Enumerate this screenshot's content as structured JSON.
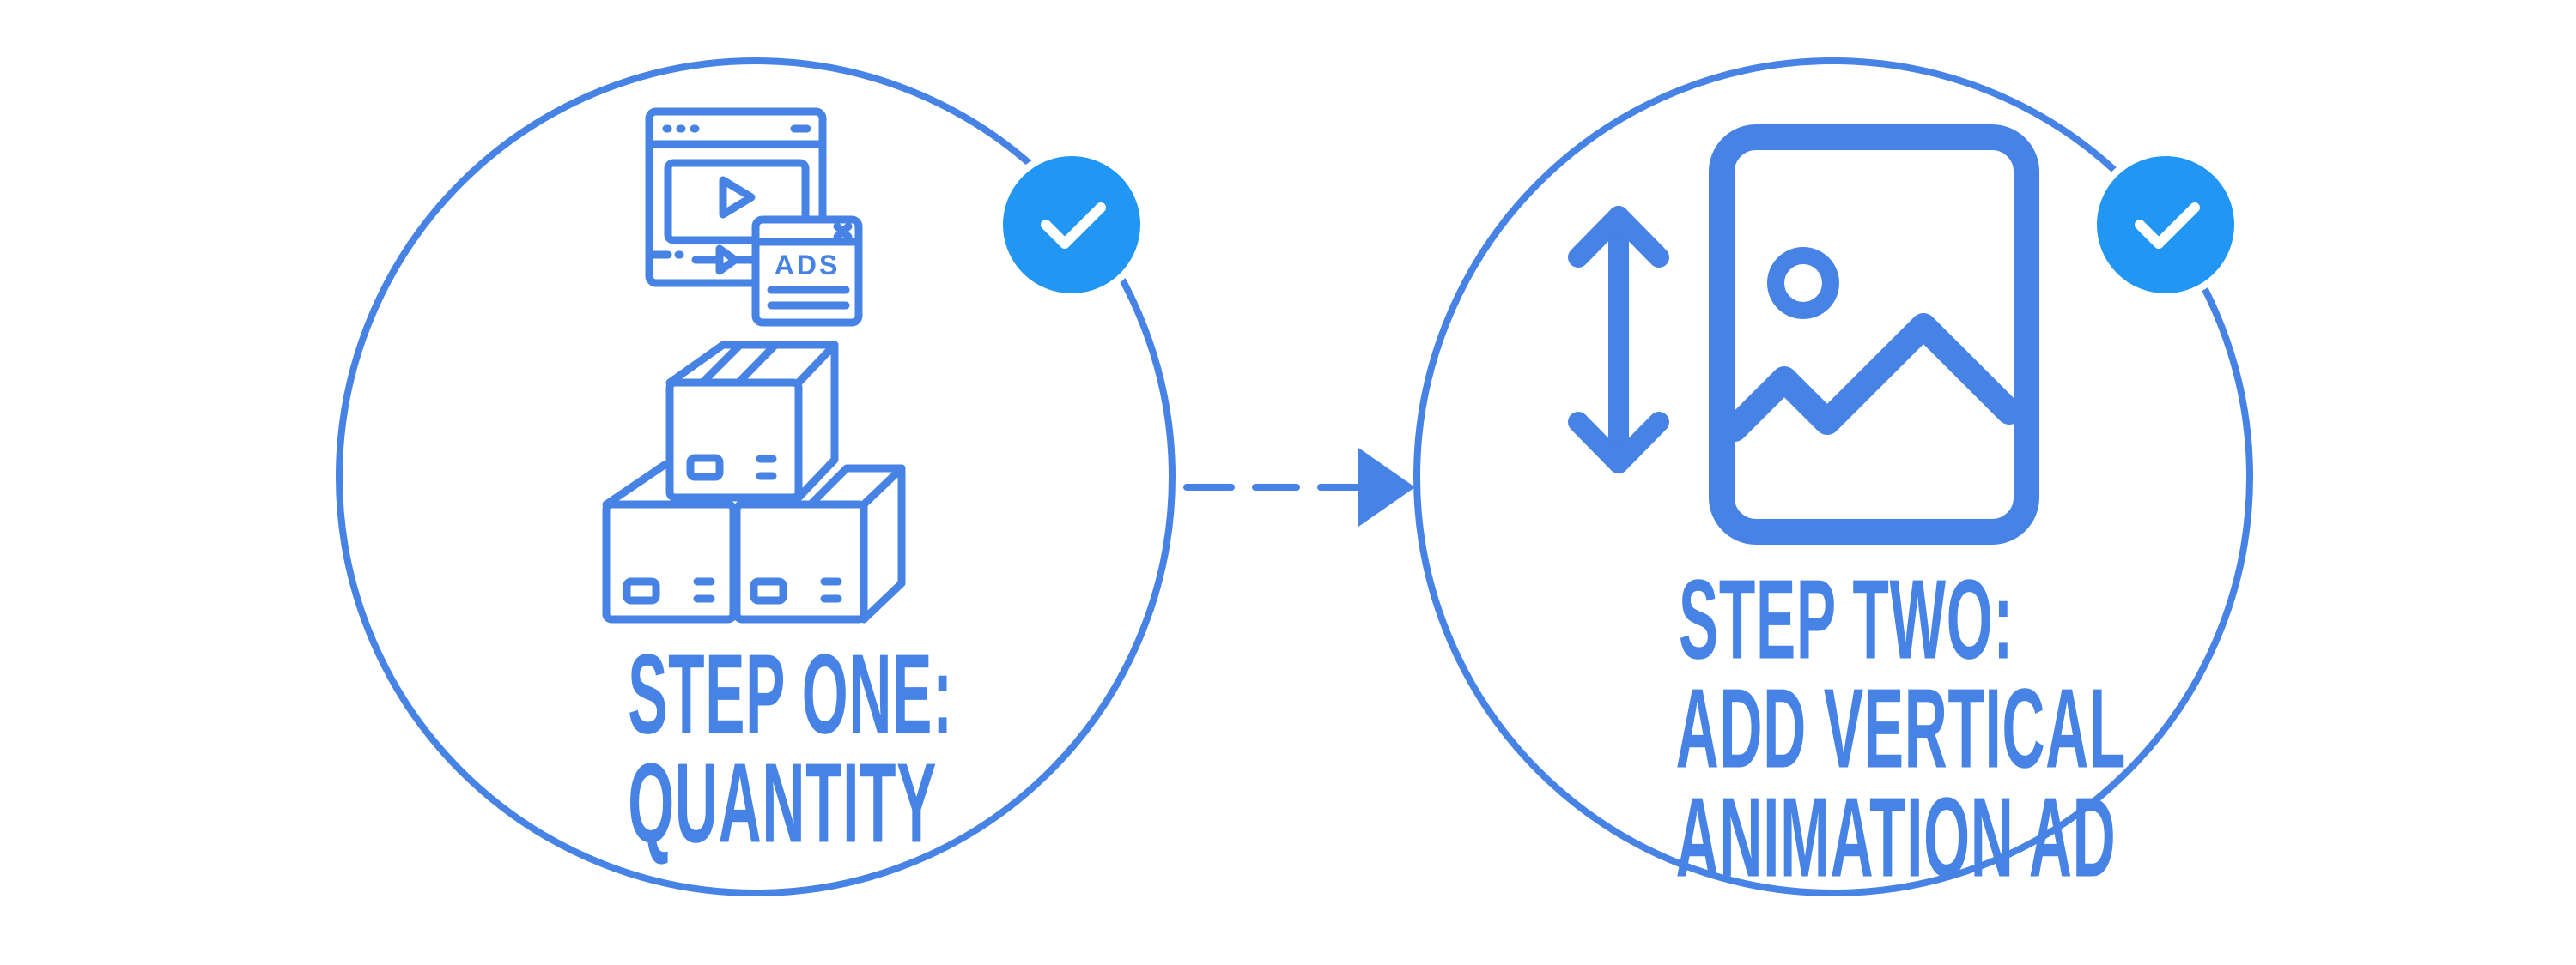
{
  "colors": {
    "outline": "#4683e4",
    "badge": "#2196f3",
    "check": "#ffffff",
    "background": "#ffffff"
  },
  "steps": [
    {
      "lines": [
        "STEP ONE:",
        "QUANTITY"
      ],
      "icon": "ad-windows-and-boxes-icon",
      "completed": true
    },
    {
      "lines": [
        "STEP TWO:",
        "ADD VERTICAL",
        "ANIMATION AD"
      ],
      "icon": "vertical-image-icon",
      "completed": true
    }
  ],
  "connector": {
    "icon": "dashed-arrow-icon"
  },
  "ad_icon": {
    "ads_text": "ADS"
  }
}
